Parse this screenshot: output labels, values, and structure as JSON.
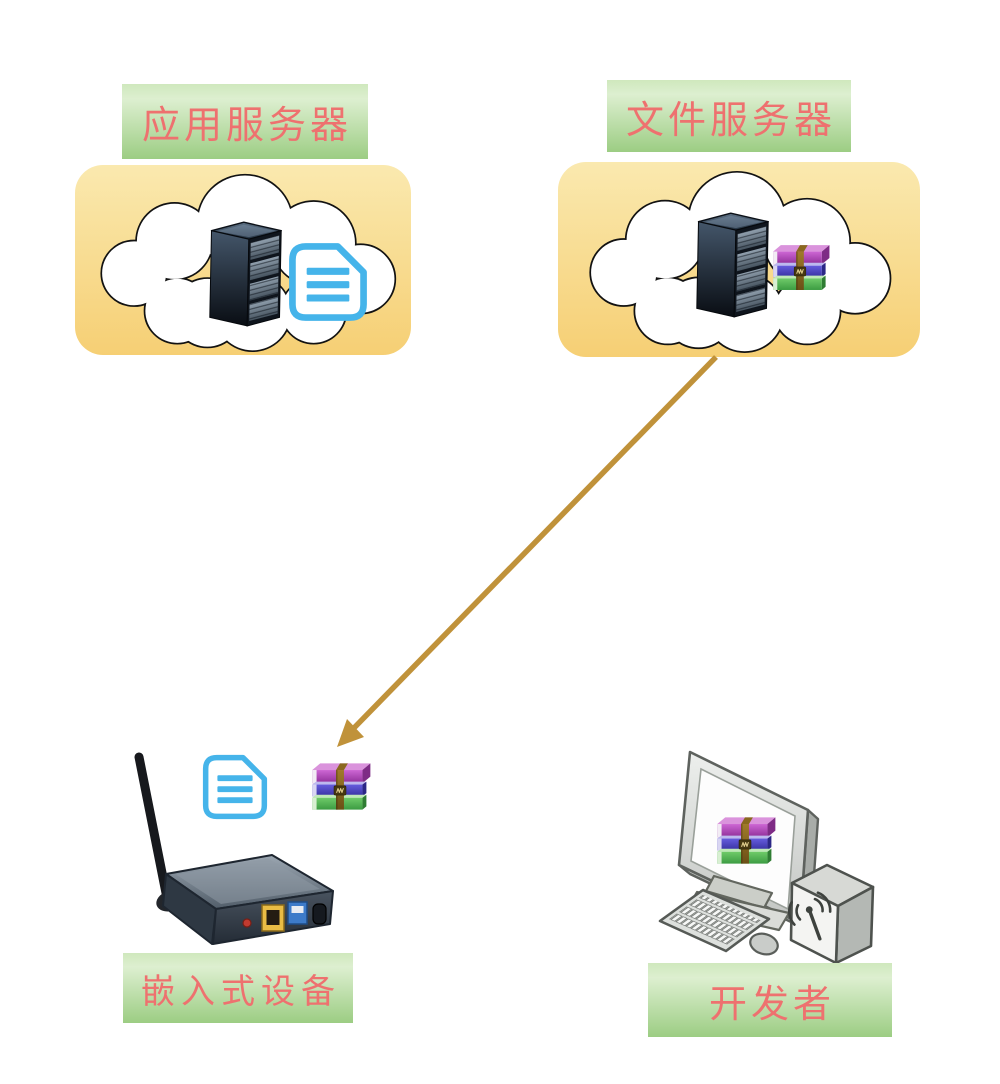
{
  "nodes": {
    "app_server": {
      "label": "应用服务器",
      "type": "cloud-group",
      "icons": [
        "server-rack-icon",
        "document-icon"
      ]
    },
    "file_server": {
      "label": "文件服务器",
      "type": "cloud-group",
      "icons": [
        "server-rack-icon",
        "winrar-archive-icon"
      ]
    },
    "embedded_device": {
      "label": "嵌入式设备",
      "type": "device",
      "icons": [
        "document-icon",
        "winrar-archive-icon",
        "antenna-router-icon"
      ]
    },
    "developer": {
      "label": "开发者",
      "type": "workstation",
      "icons": [
        "desktop-monitor-icon",
        "winrar-archive-icon",
        "keyboard-icon",
        "mouse-icon",
        "wireless-cube-icon"
      ]
    }
  },
  "connections": [
    {
      "from": "file_server",
      "to": "embedded_device",
      "kind": "arrow",
      "color": "#c0923a"
    }
  ],
  "colors": {
    "background": "#ffffff",
    "label_text": "#ee716f",
    "label_bg_top": "#cfe8bd",
    "label_bg_bottom": "#9ccd83",
    "cloud_box_top": "#fae9af",
    "cloud_box_bottom": "#f6cf74",
    "cloud_fill": "#ffffff",
    "cloud_stroke": "#121212",
    "arrow": "#c0923a",
    "document_blue": "#45b4ea",
    "rar_magenta": "#a93fb0",
    "rar_indigo": "#4038b8",
    "rar_green": "#4caf50",
    "rar_strap": "#8a681f"
  }
}
